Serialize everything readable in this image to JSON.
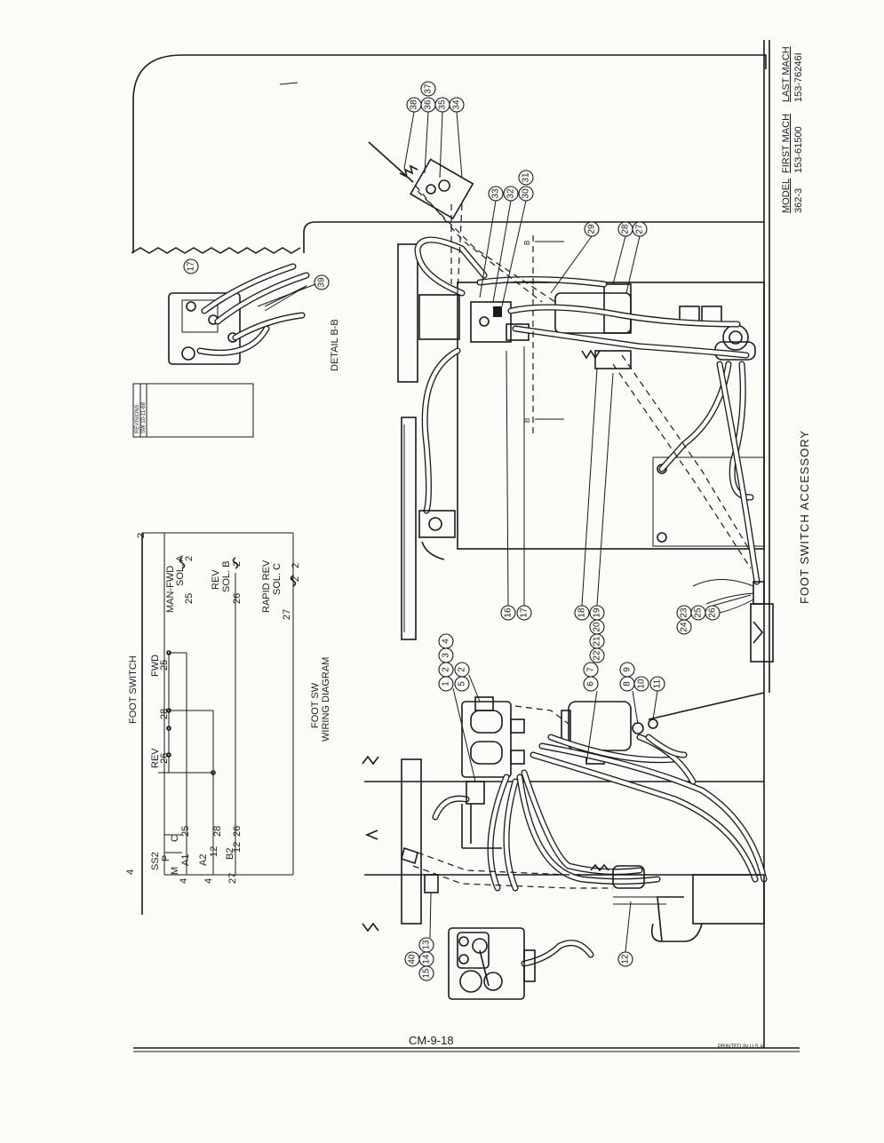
{
  "diagram": {
    "main_title": "FOOT SWITCH ACCESSORY",
    "detail_label": "DETAIL B-B",
    "section_mark": "B",
    "wiring": {
      "title_line1": "FOOT SW",
      "title_line2": "WIRING DIAGRAM",
      "foot_switch_label": "FOOT SWITCH",
      "ss2": "SS2",
      "p": "P",
      "m": "M",
      "c": "C",
      "a1": "A1",
      "a2": "A2",
      "b2": "B2",
      "rev": "REV",
      "fwd": "FWD",
      "man_fwd": "MAN-FWD",
      "sol_a": "SOL. A",
      "sol_b": "SOL. B",
      "sol_c": "SOL. C",
      "rapid_rev": "RAPID REV",
      "wire_numbers": [
        "4",
        "4",
        "4",
        "27",
        "25",
        "28",
        "26",
        "25",
        "26",
        "28",
        "25",
        "26",
        "27",
        "2",
        "2",
        "2",
        "2",
        "12",
        "12"
      ]
    },
    "revisions": {
      "header": "REVISIONS",
      "entry": "SW 10-11-68"
    },
    "model_block": {
      "model_label": "MODEL",
      "model_value": "362-3",
      "first_mach_label": "FIRST MACH",
      "first_mach_value": "153-61500",
      "last_mach_label": "LAST MACH",
      "last_mach_value": "153-76246I"
    },
    "callouts": [
      "38",
      "36",
      "37",
      "35",
      "34",
      "33",
      "32",
      "30",
      "31",
      "29",
      "28",
      "27",
      "17",
      "39",
      "16",
      "17",
      "18",
      "19",
      "22",
      "21",
      "20",
      "24",
      "23",
      "25",
      "26",
      "1",
      "2",
      "3",
      "4",
      "5",
      "2",
      "6",
      "7",
      "8",
      "9",
      "10",
      "11",
      "40",
      "15",
      "14",
      "13",
      "12"
    ],
    "footer": {
      "drawing_number": "CM-9-18",
      "printed": "PRINTED IN U.S.A."
    }
  }
}
